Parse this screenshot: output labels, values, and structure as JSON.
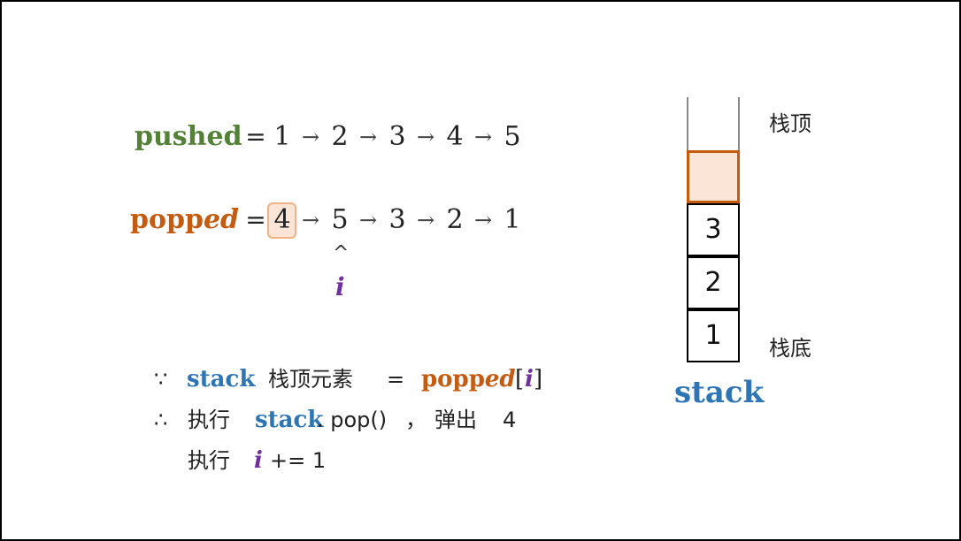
{
  "pushed": {
    "label": "pushed",
    "equals": "=",
    "items": [
      "1",
      "2",
      "3",
      "4",
      "5"
    ],
    "arrow": "→"
  },
  "popped": {
    "label_plain": "popp",
    "label_italic": "ed",
    "equals": "=",
    "items": [
      "4",
      "5",
      "3",
      "2",
      "1"
    ],
    "highlighted_index": 0,
    "arrow": "→"
  },
  "pointer": {
    "caret": "^",
    "label": "i"
  },
  "stack": {
    "label": "stack",
    "top_label": "栈顶",
    "bottom_label": "栈底",
    "cells": [
      "3",
      "2",
      "1"
    ]
  },
  "notes": {
    "because_symbol": "∵",
    "therefore_symbol": "∴",
    "line1": {
      "stack_word": "stack",
      "top_element": "栈顶元素",
      "equals": "=",
      "popped_plain": "popp",
      "popped_italic": "ed",
      "bracket_open": "[",
      "index": "i",
      "bracket_close": "]"
    },
    "line2": {
      "exec": "执行",
      "stack_word": "stack",
      "method": ". pop()",
      "comma": "，",
      "pop_out": "弹出",
      "value": "4"
    },
    "line3": {
      "exec": "执行",
      "index": "i",
      "op": "+= 1"
    }
  },
  "colors": {
    "pushed": "#538135",
    "popped": "#c55a11",
    "index": "#7030a0",
    "stack": "#2e75b6",
    "highlight_fill": "#fbe5d6",
    "highlight_border": "#f4b183"
  }
}
